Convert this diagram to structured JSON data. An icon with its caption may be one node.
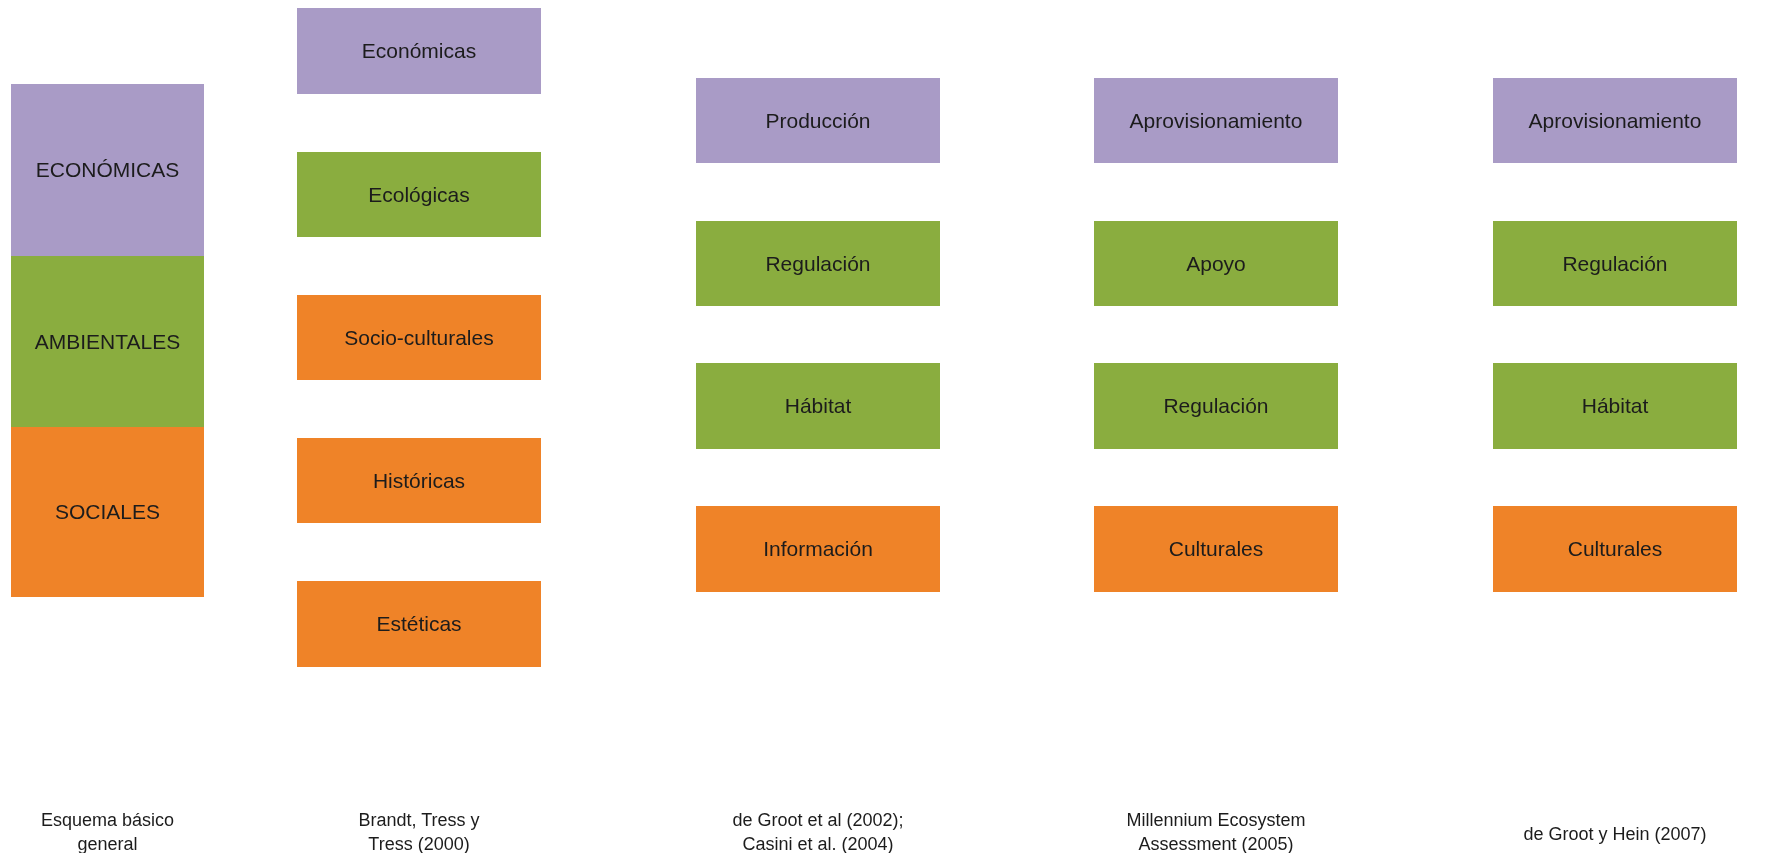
{
  "diagram": {
    "nodes": [
      {
        "text": [
          "ECONÓMICAS"
        ]
      },
      {
        "text": [
          "AMBIENTALES"
        ]
      },
      {
        "text": [
          "SOCIALES"
        ]
      },
      {
        "text": [
          "Económicas"
        ]
      },
      {
        "text": [
          "Ecológicas"
        ]
      },
      {
        "text": [
          "Socio-culturales"
        ]
      },
      {
        "text": [
          "Históricas"
        ]
      },
      {
        "text": [
          "Estéticas"
        ]
      },
      {
        "text": [
          "Producción"
        ]
      },
      {
        "text": [
          "Regulación"
        ]
      },
      {
        "text": [
          "Hábitat"
        ]
      },
      {
        "text": [
          "Información"
        ]
      },
      {
        "text": [
          "Aprovisionamiento"
        ]
      },
      {
        "text": [
          "Apoyo"
        ]
      },
      {
        "text": [
          "Regulación"
        ]
      },
      {
        "text": [
          "Culturales"
        ]
      },
      {
        "text": [
          "Aprovisionamiento"
        ]
      },
      {
        "text": [
          "Regulación"
        ]
      },
      {
        "text": [
          "Hábitat"
        ]
      },
      {
        "text": [
          "Culturales"
        ]
      }
    ],
    "labels": [
      "Esquema básico general",
      "Brandt, Tress y Tress (2000)",
      "de Groot et al (2002); Casini et al. (2004)",
      "Millennium Ecosystem Assessment (2005)",
      "de Groot y Hein (2007)"
    ]
  }
}
